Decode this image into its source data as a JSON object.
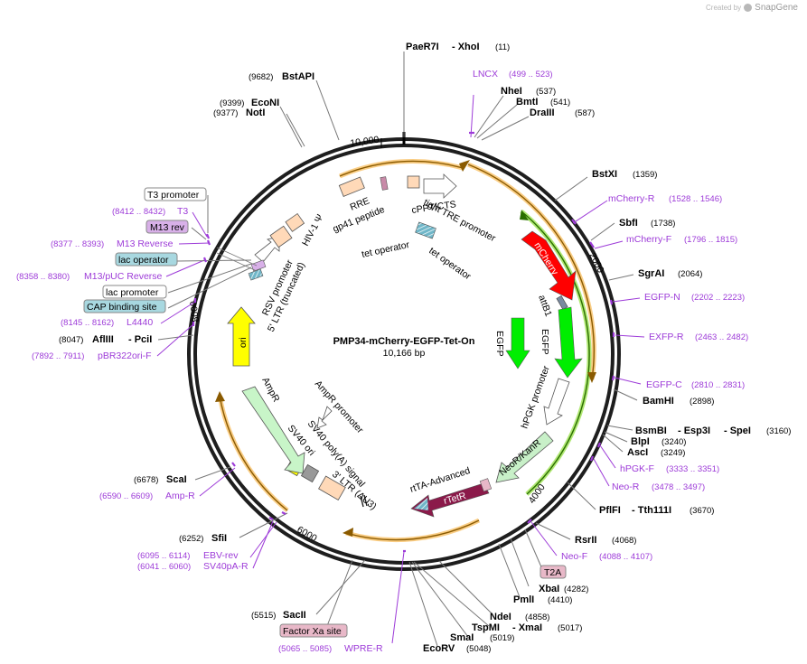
{
  "brand": {
    "created_by": "Created by",
    "name": "SnapGene"
  },
  "plasmid": {
    "name": "PMP34-mCherry-EGFP-Tet-On",
    "size": "10,166 bp"
  },
  "ticks": [
    "2000",
    "4000",
    "6000",
    "8000",
    "10,000"
  ],
  "sites": {
    "paer7i": "PaeR7I",
    "xhoi": "- XhoI",
    "xhoi_pos": "(11)",
    "nhei": "NheI",
    "nhei_pos": "(537)",
    "bmti": "BmtI",
    "bmti_pos": "(541)",
    "draiii": "DraIII",
    "draiii_pos": "(587)",
    "bstxi": "BstXI",
    "bstxi_pos": "(1359)",
    "sbfi": "SbfI",
    "sbfi_pos": "(1738)",
    "sgrai": "SgrAI",
    "sgrai_pos": "(2064)",
    "bamhi": "BamHI",
    "bamhi_pos": "(2898)",
    "bsmbi": "BsmBI",
    "esp3i": "- Esp3I",
    "spei": "- SpeI",
    "bsmbi_pos": "(3160)",
    "blpi": "BlpI",
    "blpi_pos": "(3240)",
    "asci": "AscI",
    "asci_pos": "(3249)",
    "pflfi": "PflFI",
    "tth111i": "- Tth111I",
    "pflfi_pos": "(3670)",
    "rsrii": "RsrII",
    "rsrii_pos": "(4068)",
    "xbai": "XbaI",
    "xbai_pos": "(4282)",
    "pmli": "PmlI",
    "pmli_pos": "(4410)",
    "ndei": "NdeI",
    "ndei_pos": "(4858)",
    "tspmi": "TspMI",
    "xmai": "- XmaI",
    "tspmi_pos": "(5017)",
    "smai": "SmaI",
    "smai_pos": "(5019)",
    "ecorv": "EcoRV",
    "ecorv_pos": "(5048)",
    "sacii": "SacII",
    "sacii_pos": "(5515)",
    "sfii": "SfiI",
    "sfii_pos": "(6252)",
    "scai": "ScaI",
    "scai_pos": "(6678)",
    "afliii": "AflIII",
    "pcii": "- PciI",
    "afliii_pos": "(8047)",
    "noti": "NotI",
    "noti_pos": "(9377)",
    "econi": "EcoNI",
    "econi_pos": "(9399)",
    "bstapi": "BstAPI",
    "bstapi_pos": "(9682)"
  },
  "primers": {
    "lncx": "LNCX",
    "lncx_pos": "(499 .. 523)",
    "mcherry_r": "mCherry-R",
    "mcherry_r_pos": "(1528 .. 1546)",
    "mcherry_f": "mCherry-F",
    "mcherry_f_pos": "(1796 .. 1815)",
    "egfp_n": "EGFP-N",
    "egfp_n_pos": "(2202 .. 2223)",
    "exfp_r": "EXFP-R",
    "exfp_r_pos": "(2463 .. 2482)",
    "egfp_c": "EGFP-C",
    "egfp_c_pos": "(2810 .. 2831)",
    "hpgk_f": "hPGK-F",
    "hpgk_f_pos": "(3333 .. 3351)",
    "neo_r": "Neo-R",
    "neo_r_pos": "(3478 .. 3497)",
    "neo_f": "Neo-F",
    "neo_f_pos": "(4088 .. 4107)",
    "wpre_r": "WPRE-R",
    "wpre_r_pos": "(5065 .. 5085)",
    "sv40pa_r": "SV40pA-R",
    "sv40pa_r_pos": "(6041 .. 6060)",
    "ebv_rev": "EBV-rev",
    "ebv_rev_pos": "(6095 .. 6114)",
    "amp_r": "Amp-R",
    "amp_r_pos": "(6590 .. 6609)",
    "pbr322ori_f": "pBR322ori-F",
    "pbr322ori_f_pos": "(7892 .. 7911)",
    "l4440": "L4440",
    "l4440_pos": "(8145 .. 8162)",
    "m13puc_rev": "M13/pUC Reverse",
    "m13puc_rev_pos": "(8358 .. 8380)",
    "m13_reverse": "M13 Reverse",
    "m13_reverse_pos": "(8377 .. 8393)",
    "t3": "T3",
    "t3_pos": "(8412 .. 8432)"
  },
  "outer_labels": {
    "t3_promoter": "T3 promoter",
    "m13_rev": "M13 rev",
    "lac_operator": "lac operator",
    "lac_promoter": "lac promoter",
    "cap_binding_site": "CAP binding site",
    "t2a": "T2A",
    "factor_xa_site": "Factor Xa site"
  },
  "features": {
    "mcherry": "mCherry",
    "attb1": "attB1",
    "egfp_arrow": "EGFP",
    "egfp_inner": "EGFP",
    "hpgk_promoter": "hPGK promoter",
    "neor": "NeoR/KanR",
    "rteTR": "rTetR",
    "rtta": "rtTA-Advanced",
    "ltr3": "3' LTR (ΔU3)",
    "sv40_polya": "SV40 poly(A) signal",
    "sv40_ori": "SV40 ori",
    "ampr_promoter": "AmpR promoter",
    "ampr": "AmpR",
    "ori": "ori",
    "rsv_promoter": "RSV promoter",
    "ltr5": "5' LTR (truncated)",
    "hiv1_psi": "HIV-1 Ψ",
    "rre": "RRE",
    "gp41": "gp41 peptide",
    "cppt": "cPPT/CTS",
    "tight_tre": "tight TRE promoter",
    "tet_op1": "tet operator",
    "tet_op2": "tet operator"
  },
  "colors": {
    "primer": "#9d3bd8",
    "mcherry": "#ff0000",
    "egfp": "#00ee00",
    "neor": "#c8f0c8",
    "rteTR": "#8b1a4a",
    "ori": "#ffff00",
    "ampr": "#c8f5c8",
    "promoter_box": "#ffffff",
    "ltr_box": "#ffd9b8",
    "rre_box": "#ffd9b8",
    "lac_operator_bg": "#a8d8e0",
    "m13_rev_bg": "#d8b0e8",
    "cap_bg": "#a8d8e0",
    "t2a_bg": "#e8b8c8",
    "factor_xa_bg": "#e8b8c8",
    "orf_orange": "#f5a623",
    "orf_green": "#44bb00"
  }
}
